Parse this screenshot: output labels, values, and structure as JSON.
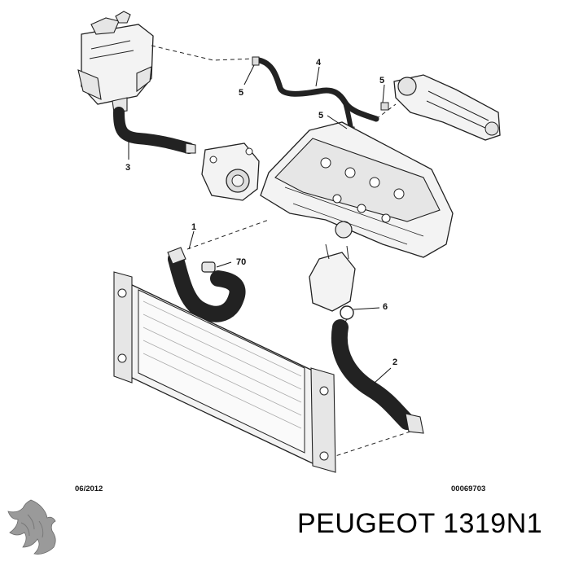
{
  "diagram": {
    "callouts": [
      {
        "id": "c5a",
        "label": "5"
      },
      {
        "id": "c4",
        "label": "4"
      },
      {
        "id": "c5b",
        "label": "5"
      },
      {
        "id": "c5c",
        "label": "5"
      },
      {
        "id": "c3",
        "label": "3"
      },
      {
        "id": "c1",
        "label": "1"
      },
      {
        "id": "c70",
        "label": "70"
      },
      {
        "id": "c6",
        "label": "6"
      },
      {
        "id": "c2",
        "label": "2"
      }
    ],
    "date_code": "06/2012",
    "diagram_code": "00069703"
  },
  "footer": {
    "brand_title": "PEUGEOT 1319N1"
  },
  "colors": {
    "line": "#222222",
    "fill_light": "#f3f3f3",
    "fill_mid": "#e6e6e6",
    "background": "#ffffff"
  }
}
